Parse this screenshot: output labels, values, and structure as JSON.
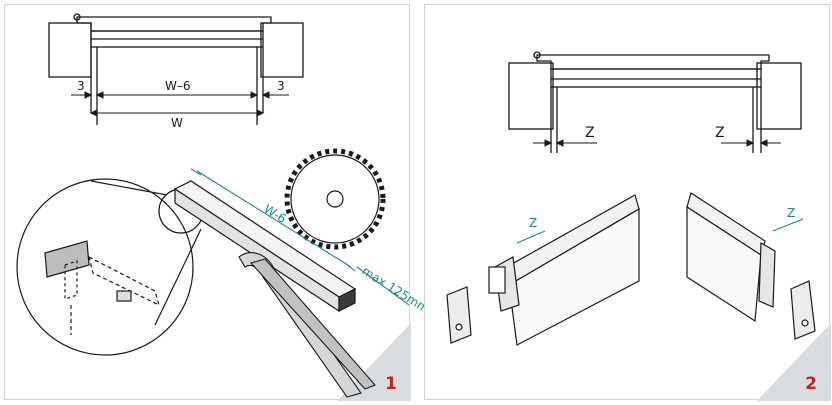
{
  "colors": {
    "accent": "#cc1f1f",
    "teal": "#1b8a8a",
    "line": "#1a1a1a",
    "corner": "#d9dcdf",
    "panel_border": "#cfd3d6"
  },
  "panel1": {
    "number": "1",
    "dims": {
      "left_gap": "3",
      "right_gap": "3",
      "inner": "W–6",
      "outer": "W"
    },
    "cut": {
      "length": "W-6",
      "max_depth": "max 125mm"
    }
  },
  "panel2": {
    "number": "2",
    "dims": {
      "z_left": "Z",
      "z_right": "Z",
      "z_small_left": "Z",
      "z_small_right": "Z"
    }
  }
}
